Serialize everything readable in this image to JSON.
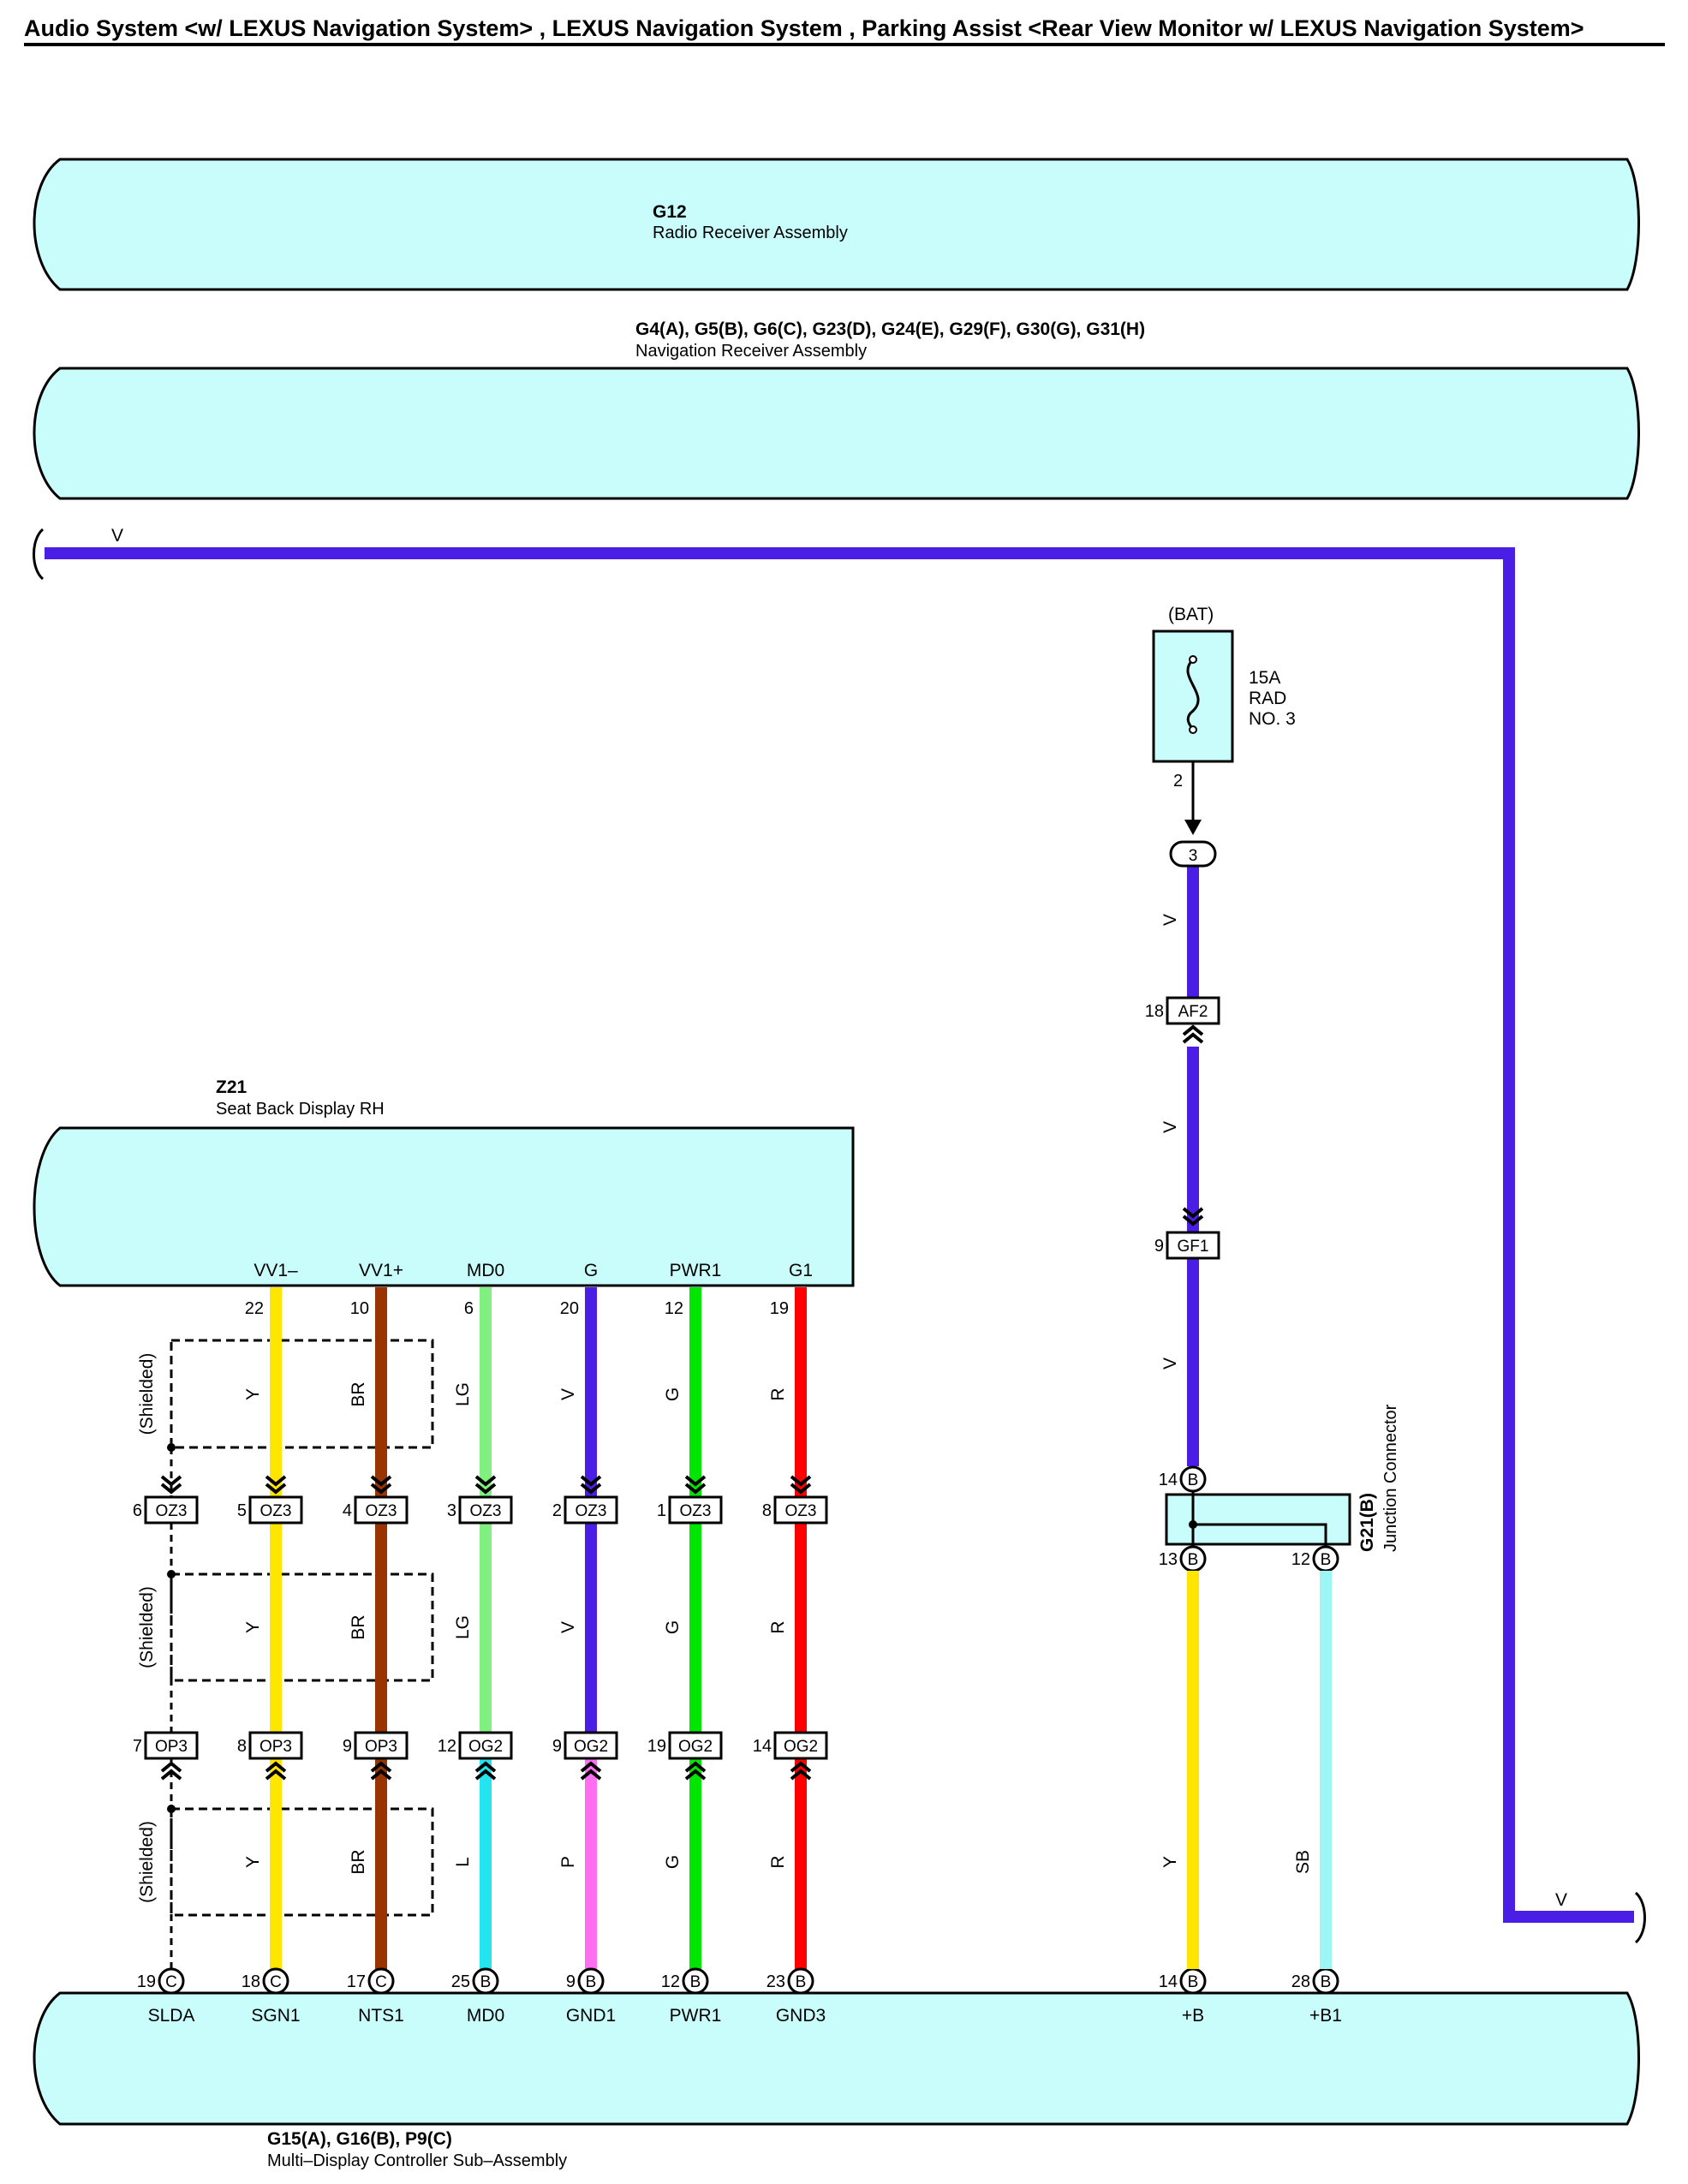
{
  "title": "Audio System <w/ LEXUS Navigation System> , LEXUS Navigation System , Parking Assist <Rear View Monitor w/ LEXUS Navigation System>",
  "colors": {
    "component_fill": "#c9fdfb",
    "V": "#4b1ee6",
    "Y": "#ffe600",
    "BR": "#993300",
    "LG": "#80f080",
    "G": "#00e600",
    "R": "#ff0000",
    "L": "#22e5f0",
    "P": "#ff6ef0",
    "SB": "#9cf6f6"
  },
  "components": {
    "g12": {
      "ref": "G12",
      "name": "Radio Receiver Assembly"
    },
    "nav": {
      "ref": "G4(A), G5(B), G6(C), G23(D), G24(E), G29(F), G30(G), G31(H)",
      "name": "Navigation Receiver Assembly"
    },
    "z21": {
      "ref": "Z21",
      "name": "Seat Back Display RH"
    },
    "mdc": {
      "ref": "G15(A), G16(B), P9(C)",
      "name": "Multi–Display Controller Sub–Assembly"
    },
    "jc": {
      "ref": "G21(B)",
      "name": "Junction Connector"
    },
    "fuse": {
      "source": "(BAT)",
      "rating": "15A",
      "name_line1": "RAD",
      "name_line2": "NO. 3",
      "pin": "2"
    }
  },
  "shielded_label": "(Shielded)",
  "v_loop_labels": [
    "V",
    "V"
  ],
  "z21_terminals": [
    {
      "name": "VV1–",
      "pin": "22",
      "c1": "Y",
      "c2": "Y",
      "c3": "Y"
    },
    {
      "name": "VV1+",
      "pin": "10",
      "c1": "BR",
      "c2": "BR",
      "c3": "BR"
    },
    {
      "name": "MD0",
      "pin": "6",
      "c1": "LG",
      "c2": "LG",
      "c3": "L"
    },
    {
      "name": "G",
      "pin": "20",
      "c1": "V",
      "c2": "V",
      "c3": "P"
    },
    {
      "name": "PWR1",
      "pin": "12",
      "c1": "G",
      "c2": "G",
      "c3": "G"
    },
    {
      "name": "G1",
      "pin": "19",
      "c1": "R",
      "c2": "R",
      "c3": "R"
    }
  ],
  "oz3_row": [
    {
      "pin": "6",
      "conn": "OZ3"
    },
    {
      "pin": "5",
      "conn": "OZ3"
    },
    {
      "pin": "4",
      "conn": "OZ3"
    },
    {
      "pin": "3",
      "conn": "OZ3"
    },
    {
      "pin": "2",
      "conn": "OZ3"
    },
    {
      "pin": "1",
      "conn": "OZ3"
    },
    {
      "pin": "8",
      "conn": "OZ3"
    }
  ],
  "mid_row": [
    {
      "pin": "7",
      "conn": "OP3"
    },
    {
      "pin": "8",
      "conn": "OP3"
    },
    {
      "pin": "9",
      "conn": "OP3"
    },
    {
      "pin": "12",
      "conn": "OG2"
    },
    {
      "pin": "9",
      "conn": "OG2"
    },
    {
      "pin": "19",
      "conn": "OG2"
    },
    {
      "pin": "14",
      "conn": "OG2"
    }
  ],
  "mdc_terminals": [
    {
      "pin": "19",
      "conn": "C",
      "name": "SLDA"
    },
    {
      "pin": "18",
      "conn": "C",
      "name": "SGN1"
    },
    {
      "pin": "17",
      "conn": "C",
      "name": "NTS1"
    },
    {
      "pin": "25",
      "conn": "B",
      "name": "MD0"
    },
    {
      "pin": "9",
      "conn": "B",
      "name": "GND1"
    },
    {
      "pin": "12",
      "conn": "B",
      "name": "PWR1"
    },
    {
      "pin": "23",
      "conn": "B",
      "name": "GND3"
    },
    {
      "pin": "14",
      "conn": "B",
      "name": "+B"
    },
    {
      "pin": "28",
      "conn": "B",
      "name": "+B1"
    }
  ],
  "power": {
    "splice": "3",
    "af2": {
      "pin": "18",
      "conn": "AF2"
    },
    "gf1": {
      "pin": "9",
      "conn": "GF1"
    },
    "wire": "V",
    "jc_in": {
      "pin": "14",
      "conn": "B"
    },
    "jc_out1": {
      "pin": "13",
      "conn": "B",
      "color": "Y"
    },
    "jc_out2": {
      "pin": "12",
      "conn": "B",
      "color": "SB"
    }
  }
}
